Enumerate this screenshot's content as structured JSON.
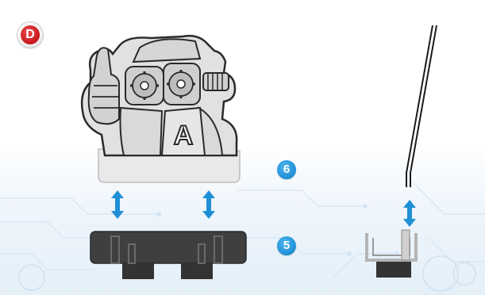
{
  "step_badge": {
    "label": "D",
    "color": "#c8171c"
  },
  "callouts": [
    {
      "label": "6",
      "color": "#1f8fd6"
    },
    {
      "label": "5",
      "color": "#1f8fd6"
    }
  ],
  "icons": {
    "robot": "robot-figure-icon",
    "base": "base-piece-icon",
    "arrow": "double-arrow-icon",
    "rod": "rod-icon",
    "holder": "rod-holder-icon"
  },
  "robot_letter": "A",
  "colors": {
    "arrow": "#1f8fd6",
    "base_piece": "#3a3a3a",
    "robot_plate": "#e8e8e8"
  }
}
